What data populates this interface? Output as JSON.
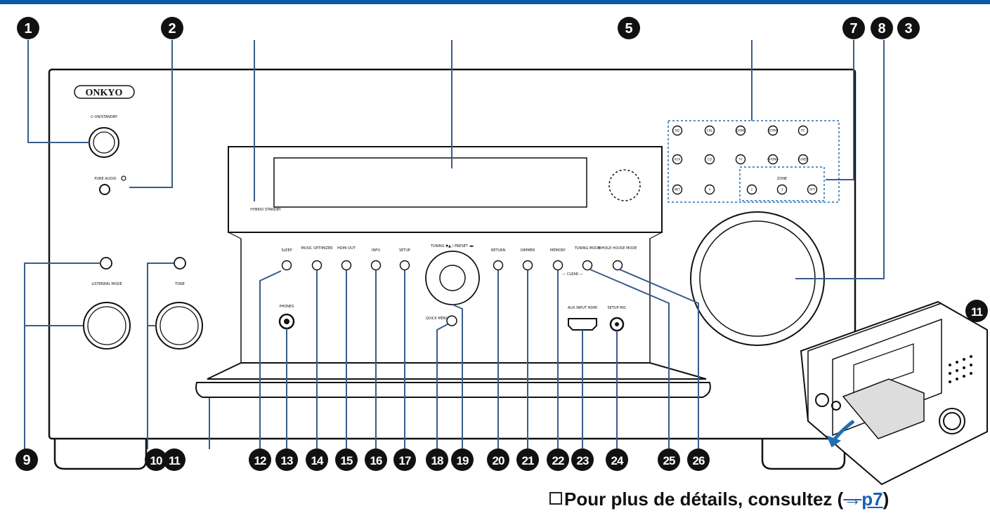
{
  "theme": {
    "accent": "#0d5aa7",
    "body_stroke": "#111111",
    "dash": "#1f6fb3"
  },
  "brand": "ONKYO",
  "labels": {
    "on_standby": "⏻ ON/STANDBY",
    "pure_audio": "PURE AUDIO",
    "hybrid_standby": "HYBRID STANDBY",
    "listening_mode": "LISTENING MODE",
    "tone": "TONE",
    "sleep": "SLEEP",
    "music_optimizer": "MUSIC OPTIMIZER",
    "hdmi_out": "HDMI OUT",
    "info": "INFO",
    "setup": "SETUP",
    "tuning_preset": "TUNING ▼▲ / PRESET ◄►",
    "quick_menu": "QUICK MENU",
    "phones": "PHONES",
    "return": "RETURN",
    "dimmer": "DIMMER",
    "memory": "MEMORY",
    "tuning_mode": "TUNING MODE",
    "whole_house_mode": "WHOLE HOUSE MODE",
    "clear": "— CLEAR —",
    "aux_input_hdmi": "AUX INPUT HDMI",
    "setup_mic": "SETUP MIC",
    "zone": "ZONE"
  },
  "input_buttons": [
    "BD",
    "CBL",
    "GAME",
    "STRM",
    "PC",
    "AUX",
    "CD",
    "TV",
    "PHONO",
    "TUNER",
    "NET",
    "4"
  ],
  "zone_buttons": [
    "2",
    "3",
    "OFF"
  ],
  "callouts": {
    "c1": "1",
    "c2": "2",
    "c5": "5",
    "c7": "7",
    "c8": "8",
    "c3": "3",
    "c9": "9",
    "c10": "10",
    "c11a": "11",
    "c11b": "11",
    "c12": "12",
    "c13": "13",
    "c14": "14",
    "c15": "15",
    "c16": "16",
    "c17": "17",
    "c18": "18",
    "c19": "19",
    "c20": "20",
    "c21": "21",
    "c22": "22",
    "c23": "23",
    "c24": "24",
    "c25": "25",
    "c26": "26"
  },
  "footer": {
    "text": "Pour plus de détails, consultez (",
    "arrow": "→",
    "link": "p7",
    "close": ")"
  }
}
